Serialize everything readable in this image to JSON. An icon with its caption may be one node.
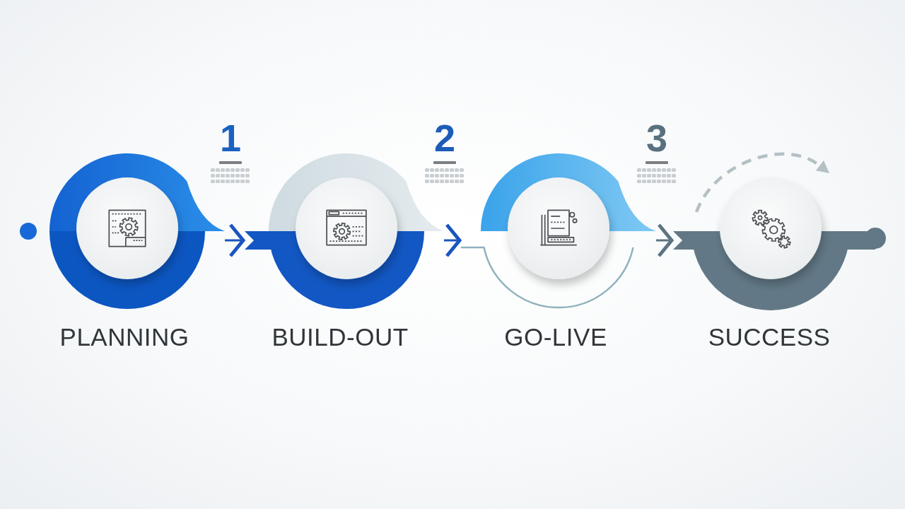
{
  "diagram": {
    "nodes": [
      {
        "text": [],
        "shape": "circle"
      },
      {
        "text": [
          "PLANNING"
        ]
      },
      {
        "text": [
          "BUILD-OUT"
        ]
      },
      {
        "text": [
          "GO-LIVE"
        ]
      },
      {
        "text": [
          "SUCCESS"
        ]
      }
    ],
    "edges": [
      {
        "from": 1,
        "to": 2,
        "arrow": "to"
      },
      {
        "from": 2,
        "to": 3,
        "arrow": "to"
      },
      {
        "from": 3,
        "to": 4,
        "arrow": "to",
        "color": "#5d7482"
      }
    ],
    "labels": [
      "1",
      "2",
      "3"
    ]
  }
}
